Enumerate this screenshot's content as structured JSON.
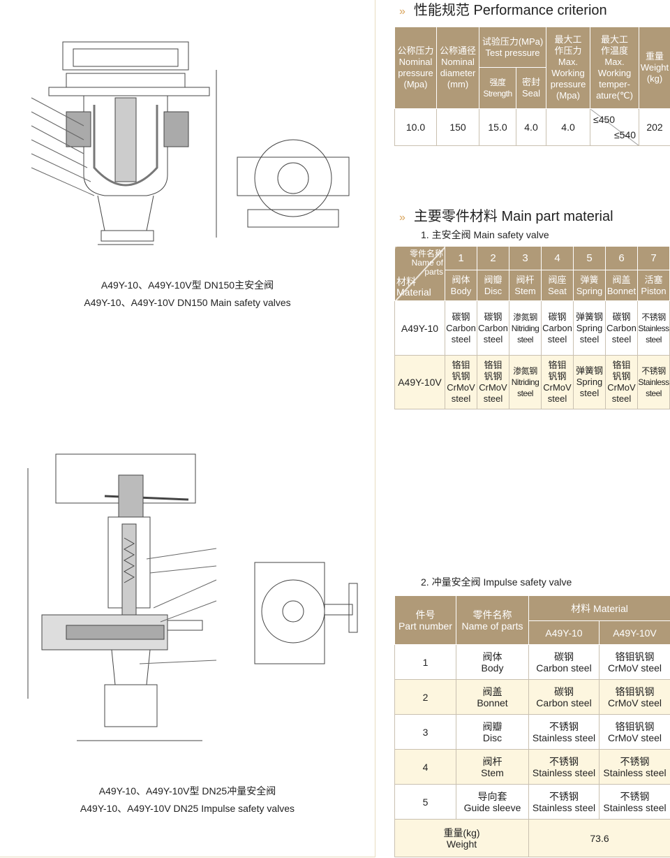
{
  "left": {
    "caption1": [
      "A49Y-10、A49Y-10V型  DN150主安全阀",
      "A49Y-10、A49Y-10V  DN150  Main safety valves"
    ],
    "caption2": [
      "A49Y-10、A49Y-10V型  DN25冲量安全阀",
      "A49Y-10、A49Y-10V  DN25 Impulse safety valves"
    ]
  },
  "perf": {
    "title": "性能规范 Performance criterion",
    "headers": {
      "nominal_pressure": [
        "公称压力",
        "Nominal",
        "pressure",
        "(Mpa)"
      ],
      "nominal_diameter": [
        "公称通径",
        "Nominal",
        "diameter",
        "(mm)"
      ],
      "test_pressure": [
        "试验压力(MPa)",
        "Test pressure"
      ],
      "strength": [
        "强度",
        "Strength"
      ],
      "seal": [
        "密封",
        "Seal"
      ],
      "max_pressure": [
        "最大工",
        "作压力",
        "Max.",
        "Working",
        "pressure",
        "(Mpa)"
      ],
      "max_temp": [
        "最大工",
        "作温度",
        "Max.",
        "Working",
        "temper-",
        "ature(℃)"
      ],
      "weight": [
        "重量",
        "Weight",
        "(kg)"
      ]
    },
    "row": {
      "nominal_pressure": "10.0",
      "nominal_diameter": "150",
      "strength": "15.0",
      "seal": "4.0",
      "max_pressure": "4.0",
      "temp_a": "≤450",
      "temp_b": "≤540",
      "weight": "202"
    }
  },
  "main": {
    "title": "主要零件材料 Main part material",
    "subtitle": "1. 主安全阀 Main safety valve",
    "corner": {
      "parts_cn": "零件名称",
      "parts_en1": "Name of",
      "parts_en2": "parts",
      "mat_cn": "材料",
      "mat_en": "Material"
    },
    "numbers": [
      "1",
      "2",
      "3",
      "4",
      "5",
      "6",
      "7"
    ],
    "parts": [
      [
        "阀体",
        "Body"
      ],
      [
        "阀瓣",
        "Disc"
      ],
      [
        "阀杆",
        "Stem"
      ],
      [
        "阀座",
        "Seat"
      ],
      [
        "弹簧",
        "Spring"
      ],
      [
        "阀盖",
        "Bonnet"
      ],
      [
        "活塞",
        "Piston"
      ]
    ],
    "rows": [
      {
        "model": "A49Y-10",
        "cells": [
          [
            "碳钢",
            "Carbon",
            "steel"
          ],
          [
            "碳钢",
            "Carbon",
            "steel"
          ],
          [
            "渗氮钢",
            "Nitriding",
            "steel"
          ],
          [
            "碳钢",
            "Carbon",
            "steel"
          ],
          [
            "弹簧钢",
            "Spring",
            "steel"
          ],
          [
            "碳钢",
            "Carbon",
            "steel"
          ],
          [
            "不锈钢",
            "Stainless",
            "steel"
          ]
        ]
      },
      {
        "model": "A49Y-10V",
        "cells": [
          [
            "铬钼",
            "钒钢",
            "CrMoV",
            "steel"
          ],
          [
            "铬钼",
            "钒钢",
            "CrMoV",
            "steel"
          ],
          [
            "渗氮钢",
            "Nitriding",
            "steel"
          ],
          [
            "铬钼",
            "钒钢",
            "CrMoV",
            "steel"
          ],
          [
            "弹簧钢",
            "Spring",
            "steel"
          ],
          [
            "铬钼",
            "钒钢",
            "CrMoV",
            "steel"
          ],
          [
            "不锈钢",
            "Stainless",
            "steel"
          ]
        ]
      }
    ]
  },
  "impulse": {
    "subtitle": "2. 冲量安全阀 Impulse safety valve",
    "headers": {
      "part_no": [
        "件号",
        "Part number"
      ],
      "name": [
        "零件名称",
        "Name of parts"
      ],
      "material": "材料 Material",
      "m1": "A49Y-10",
      "m2": "A49Y-10V"
    },
    "rows": [
      {
        "no": "1",
        "name": [
          "阀体",
          "Body"
        ],
        "m1": [
          "碳钢",
          "Carbon steel"
        ],
        "m2": [
          "铬钼钒钢",
          "CrMoV steel"
        ]
      },
      {
        "no": "2",
        "name": [
          "阀盖",
          "Bonnet"
        ],
        "m1": [
          "碳钢",
          "Carbon steel"
        ],
        "m2": [
          "铬钼钒钢",
          "CrMoV steel"
        ]
      },
      {
        "no": "3",
        "name": [
          "阀瓣",
          "Disc"
        ],
        "m1": [
          "不锈钢",
          "Stainless steel"
        ],
        "m2": [
          "铬钼钒钢",
          "CrMoV steel"
        ]
      },
      {
        "no": "4",
        "name": [
          "阀杆",
          "Stem"
        ],
        "m1": [
          "不锈钢",
          "Stainless steel"
        ],
        "m2": [
          "不锈钢",
          "Stainless steel"
        ]
      },
      {
        "no": "5",
        "name": [
          "导向套",
          "Guide sleeve"
        ],
        "m1": [
          "不锈钢",
          "Stainless steel"
        ],
        "m2": [
          "不锈钢",
          "Stainless steel"
        ]
      }
    ],
    "weight_label": [
      "重量(kg)",
      "Weight"
    ],
    "weight": "73.6"
  }
}
